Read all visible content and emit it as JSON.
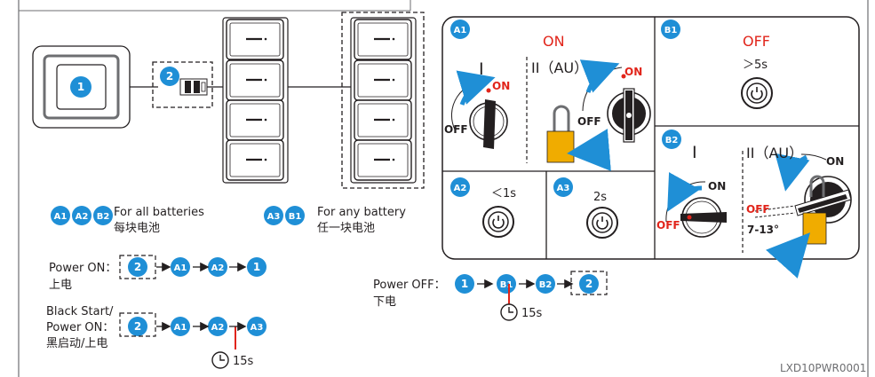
{
  "colors": {
    "accent_blue": "#1f8fd6",
    "red_text": "#e1251b",
    "stroke": "#231f20",
    "gray_frame": "#6d6e71",
    "padlock": "#f0ac00",
    "footer_text": "#6d6e71"
  },
  "badges": {
    "one": "1",
    "two": "2",
    "a1": "A1",
    "a2": "A2",
    "a3": "A3",
    "b1": "B1",
    "b2": "B2"
  },
  "legend": {
    "all_en": "For all batteries",
    "all_cn": "每块电池",
    "any_en": "For any battery",
    "any_cn": "任一块电池"
  },
  "flows": {
    "power_on_en": "Power ON：",
    "power_on_cn": "上电",
    "black_start_l1": "Black Start/",
    "black_start_l2": "Power ON：",
    "black_start_l3": "黑启动/上电",
    "power_off_en": "Power OFF：",
    "power_off_cn": "下电",
    "arrow": "→",
    "wait": "15s"
  },
  "panels": {
    "a1": {
      "title": "ON",
      "roman_i": "I",
      "roman_ii": "II（AU）",
      "on": "ON",
      "off": "OFF"
    },
    "b1": {
      "title": "OFF",
      "hold": "＞5s"
    },
    "a2": {
      "hold": "＜1s"
    },
    "a3": {
      "hold": "2s"
    },
    "b2": {
      "roman_i": "I",
      "roman_ii": "II（AU）",
      "on": "ON",
      "off": "OFF",
      "angle": "7-13°"
    }
  },
  "footer": {
    "code": "LXD10PWR0001"
  },
  "icons": [
    "power-button-icon",
    "clock-icon",
    "battery-module-icon",
    "breaker-switch-icon",
    "rotary-switch-icon",
    "padlock-icon",
    "rotation-arrow-icon"
  ]
}
